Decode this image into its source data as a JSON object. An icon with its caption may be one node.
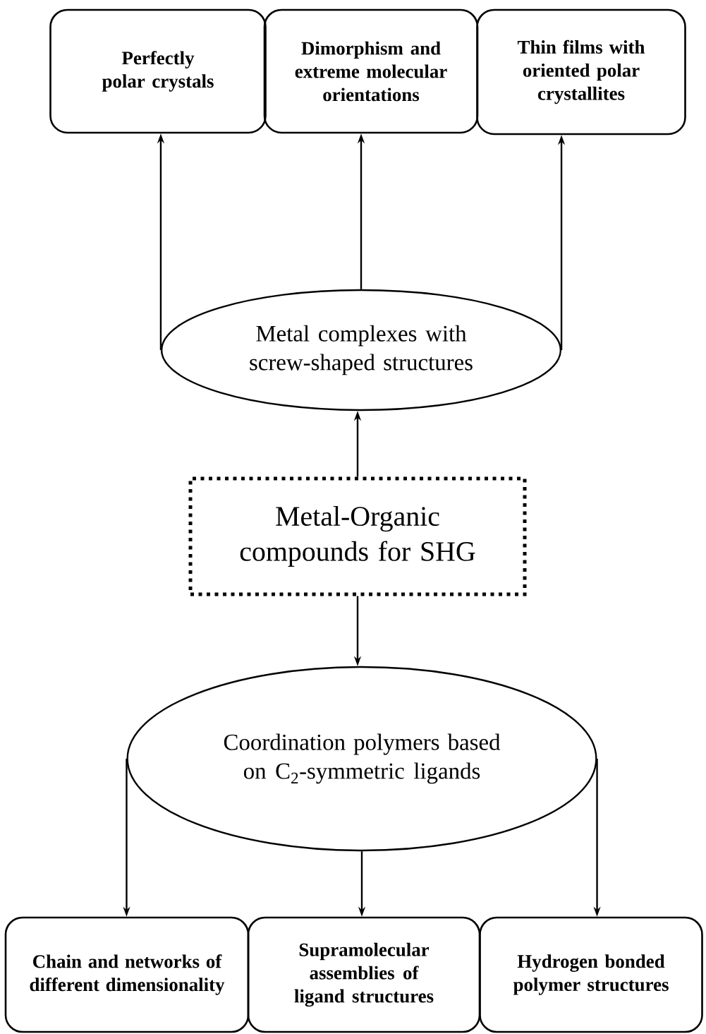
{
  "diagram": {
    "nodes": [
      {
        "text": [
          "Perfectly polar crystals"
        ]
      },
      {
        "text": [
          "Dimorphism and extreme molecular orientations"
        ]
      },
      {
        "text": [
          "Thin films with oriented polar crystallites"
        ]
      },
      {
        "text": [
          "Metal complexes with screw-shaped structures"
        ]
      },
      {
        "text": [
          "Metal-Organic compounds for SHG"
        ]
      },
      {
        "text": [
          "Coordination polymers based on C$_{2}$-symmetric ligands"
        ]
      },
      {
        "text": [
          "Chain and networks of different dimensionality"
        ]
      },
      {
        "text": [
          "Supramolecular assemblies of ligand structures"
        ]
      },
      {
        "text": [
          "Hydrogen bonded polymer structures"
        ]
      }
    ],
    "edges": [
      {
        "from": 4,
        "to": 3,
        "arrow": "to"
      },
      {
        "from": 3,
        "to": 0,
        "arrow": "to"
      },
      {
        "from": 3,
        "to": 1,
        "arrow": "to"
      },
      {
        "from": 3,
        "to": 2,
        "arrow": "to"
      },
      {
        "from": 4,
        "to": 5,
        "arrow": "to"
      },
      {
        "from": 5,
        "to": 6,
        "arrow": "to"
      },
      {
        "from": 5,
        "to": 7,
        "arrow": "to"
      },
      {
        "from": 5,
        "to": 8,
        "arrow": "to"
      }
    ]
  }
}
